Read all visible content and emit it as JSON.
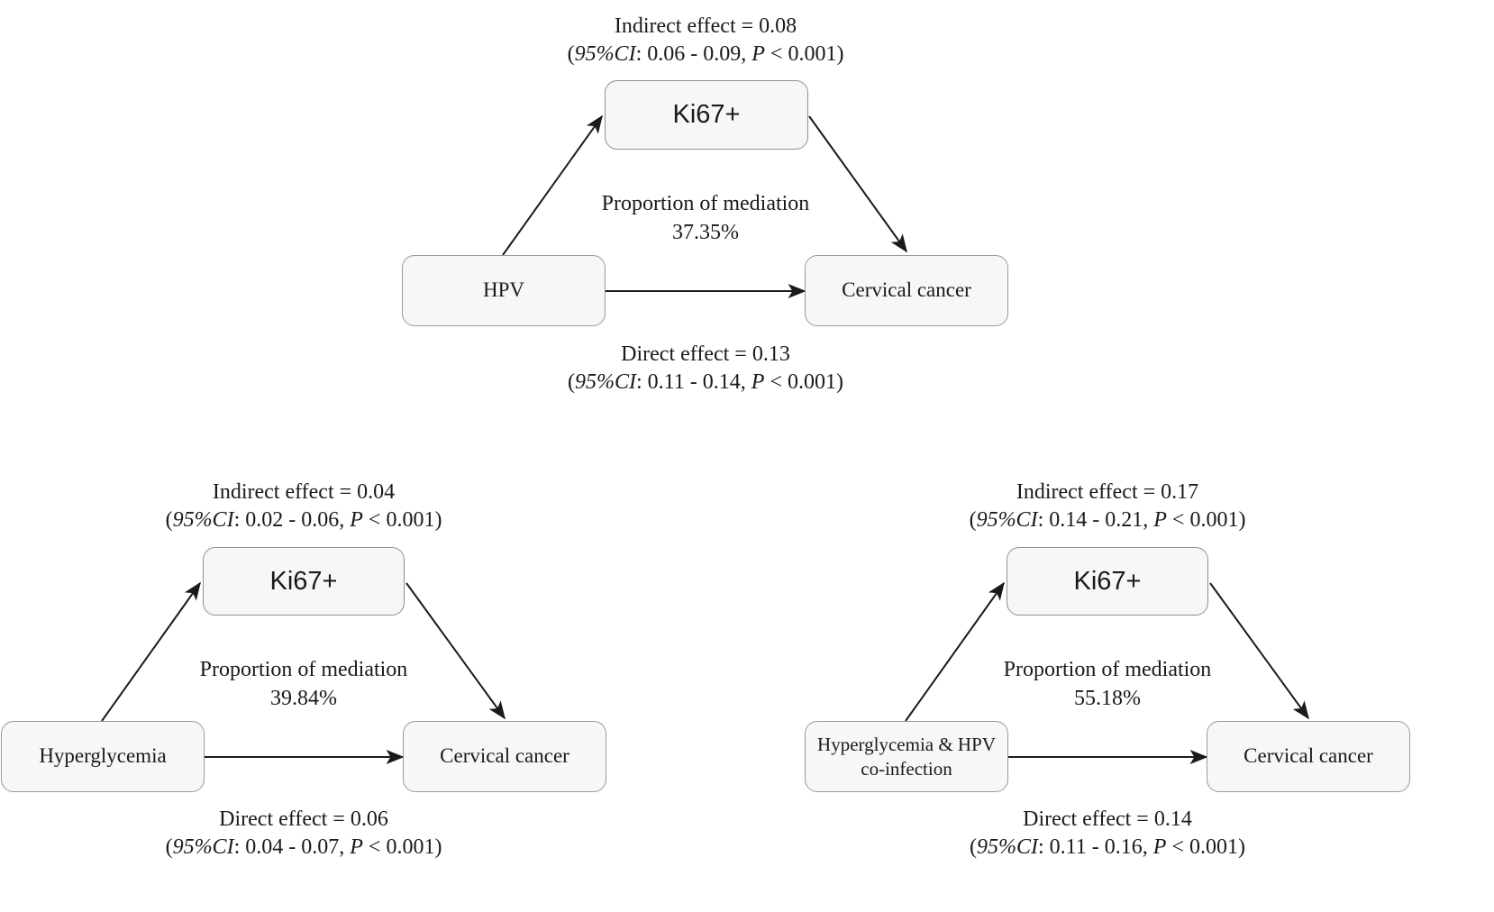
{
  "figure": {
    "background": "#ffffff",
    "box_fill": "#f7f7f7",
    "box_border": "#9a9a9a",
    "arrow_color": "#1a1a1a"
  },
  "panels": [
    {
      "id": "panel-hpv",
      "exposure": "HPV",
      "mediator": "Ki67+",
      "outcome": "Cervical cancer",
      "indirect": {
        "headline": "Indirect effect = 0.08",
        "ci_open": "(",
        "ci_label": "95%CI",
        "ci_sep": ": 0.06 - 0.09, ",
        "p_symbol": "P",
        "p_value": " < 0.001)"
      },
      "direct": {
        "headline": "Direct effect = 0.13",
        "ci_open": "(",
        "ci_label": "95%CI",
        "ci_sep": ": 0.11 - 0.14, ",
        "p_symbol": "P",
        "p_value": " < 0.001)"
      },
      "proportion": {
        "caption": "Proportion of mediation",
        "value": "37.35%"
      }
    },
    {
      "id": "panel-hyperglycemia",
      "exposure": "Hyperglycemia",
      "mediator": "Ki67+",
      "outcome": "Cervical cancer",
      "indirect": {
        "headline": "Indirect effect = 0.04",
        "ci_open": "(",
        "ci_label": "95%CI",
        "ci_sep": ": 0.02 - 0.06, ",
        "p_symbol": "P",
        "p_value": " < 0.001)"
      },
      "direct": {
        "headline": "Direct effect = 0.06",
        "ci_open": "(",
        "ci_label": "95%CI",
        "ci_sep": ": 0.04 - 0.07, ",
        "p_symbol": "P",
        "p_value": " < 0.001)"
      },
      "proportion": {
        "caption": "Proportion of mediation",
        "value": "39.84%"
      }
    },
    {
      "id": "panel-coinfection",
      "exposure_line1": "Hyperglycemia & HPV",
      "exposure_line2": "co-infection",
      "mediator": "Ki67+",
      "outcome": "Cervical cancer",
      "indirect": {
        "headline": "Indirect effect = 0.17",
        "ci_open": "(",
        "ci_label": "95%CI",
        "ci_sep": ": 0.14 - 0.21, ",
        "p_symbol": "P",
        "p_value": " < 0.001)"
      },
      "direct": {
        "headline": "Direct effect = 0.14",
        "ci_open": "(",
        "ci_label": "95%CI",
        "ci_sep": ": 0.11 - 0.16, ",
        "p_symbol": "P",
        "p_value": " < 0.001)"
      },
      "proportion": {
        "caption": "Proportion of mediation",
        "value": "55.18%"
      }
    }
  ]
}
